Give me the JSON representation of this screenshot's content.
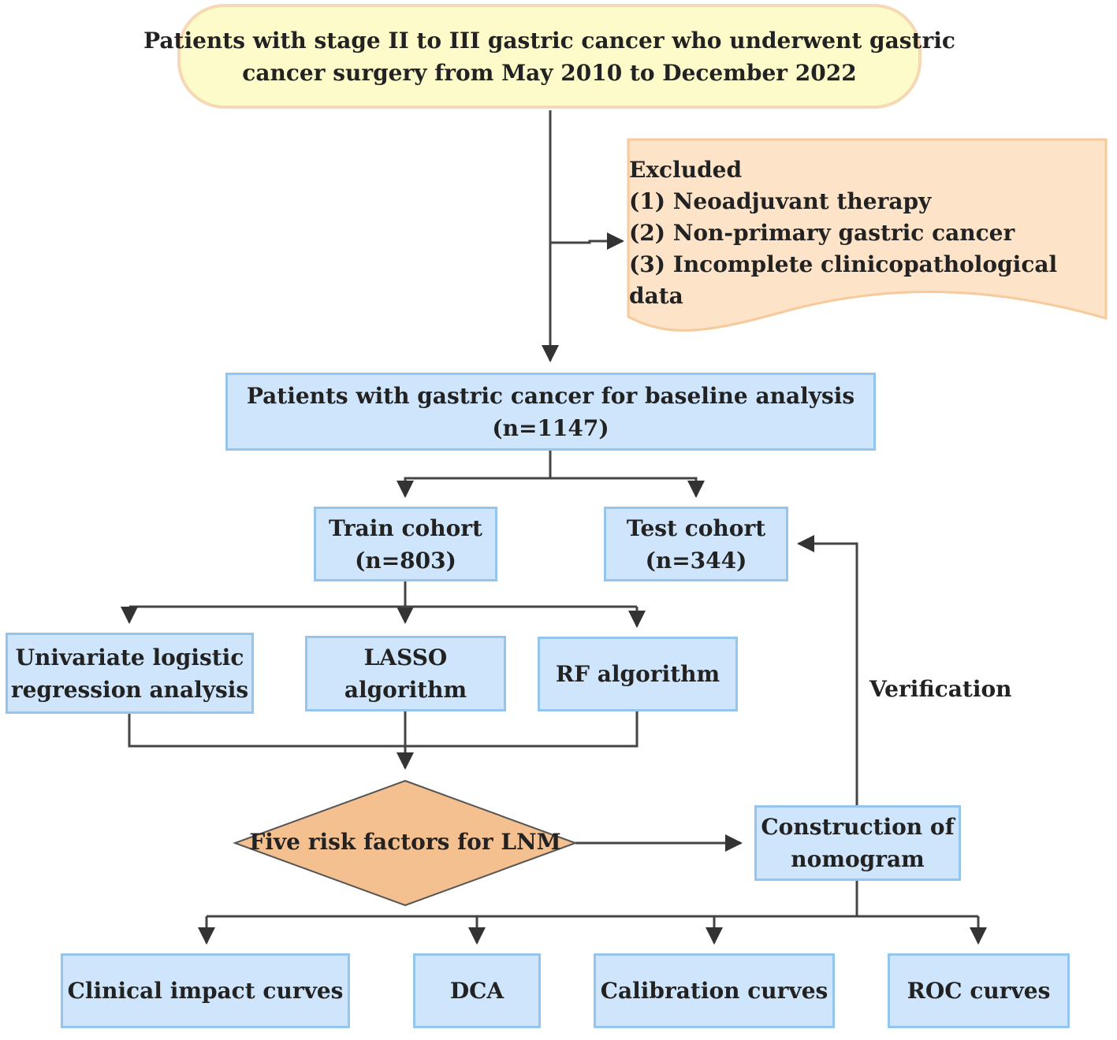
{
  "start": {
    "line1": "Patients with stage II to III gastric cancer who underwent gastric",
    "line2": "cancer surgery from May 2010 to December 2022"
  },
  "excluded": {
    "title": "Excluded",
    "items": [
      "(1) Neoadjuvant therapy",
      "(2) Non-primary gastric cancer",
      "(3) Incomplete clinicopathological data"
    ]
  },
  "baseline": {
    "line1": "Patients with gastric cancer for baseline analysis",
    "line2": "(n=1147)"
  },
  "train": {
    "line1": "Train cohort",
    "line2": "(n=803)"
  },
  "test": {
    "line1": "Test cohort",
    "line2": "(n=344)"
  },
  "methods": {
    "univariate": {
      "line1": "Univariate logistic",
      "line2": "regression analysis"
    },
    "lasso": {
      "line1": "LASSO",
      "line2": "algorithm"
    },
    "rf": {
      "line1": "RF algorithm"
    }
  },
  "risk_factors": "Five risk factors for LNM",
  "nomogram": {
    "line1": "Construction of",
    "line2": "nomogram"
  },
  "verification_label": "Verification",
  "outputs": {
    "clinical_impact": "Clinical impact curves",
    "dca": "DCA",
    "calibration": "Calibration curves",
    "roc": "ROC curves"
  },
  "colors": {
    "blue_fill": "#cfe5fb",
    "blue_border": "#93c5ef",
    "start_fill": "#fdfbc9",
    "start_border": "#f7d8b4",
    "excluded_fill": "#fde3c8",
    "excluded_border": "#f8c99a",
    "diamond_fill": "#f5c08f",
    "connector": "#333333"
  }
}
